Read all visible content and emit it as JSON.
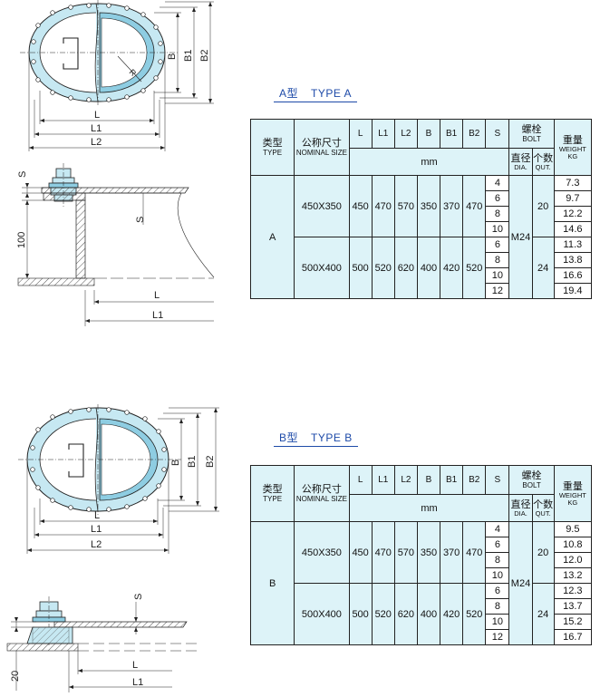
{
  "sections": [
    {
      "title_cn": "A型",
      "title_en": "TYPE A",
      "type": "A",
      "drawing": {
        "plan_labels": {
          "L": "L",
          "L1": "L1",
          "L2": "L2",
          "B": "B",
          "B1": "B1",
          "B2": "B2",
          "R": "R"
        },
        "section_labels": {
          "S1": "S",
          "S2": "S",
          "H": "100",
          "L": "L",
          "L1": "L1"
        }
      },
      "groups": [
        {
          "nominal": "450X350",
          "L": "450",
          "L1": "470",
          "L2": "570",
          "B": "350",
          "B1": "370",
          "B2": "470",
          "qty": "20",
          "rows": [
            {
              "s": "4",
              "w": "7.3"
            },
            {
              "s": "6",
              "w": "9.7"
            },
            {
              "s": "8",
              "w": "12.2"
            },
            {
              "s": "10",
              "w": "14.6"
            }
          ]
        },
        {
          "nominal": "500X400",
          "L": "500",
          "L1": "520",
          "L2": "620",
          "B": "400",
          "B1": "420",
          "B2": "520",
          "qty": "24",
          "rows": [
            {
              "s": "6",
              "w": "11.3"
            },
            {
              "s": "8",
              "w": "13.8"
            },
            {
              "s": "10",
              "w": "16.6"
            },
            {
              "s": "12",
              "w": "19.4"
            }
          ]
        }
      ],
      "dia": "M24"
    },
    {
      "title_cn": "B型",
      "title_en": "TYPE B",
      "type": "B",
      "drawing": {
        "plan_labels": {
          "L": "L",
          "L1": "L1",
          "L2": "L2",
          "B": "B",
          "B1": "B1",
          "B2": "B2"
        },
        "section_labels": {
          "S": "S",
          "H": "20",
          "L": "L",
          "L1": "L1"
        }
      },
      "groups": [
        {
          "nominal": "450X350",
          "L": "450",
          "L1": "470",
          "L2": "570",
          "B": "350",
          "B1": "370",
          "B2": "470",
          "qty": "20",
          "rows": [
            {
              "s": "4",
              "w": "9.5"
            },
            {
              "s": "6",
              "w": "10.8"
            },
            {
              "s": "8",
              "w": "12.0"
            },
            {
              "s": "10",
              "w": "13.2"
            }
          ]
        },
        {
          "nominal": "500X400",
          "L": "500",
          "L1": "520",
          "L2": "620",
          "B": "400",
          "B1": "420",
          "B2": "520",
          "qty": "24",
          "rows": [
            {
              "s": "6",
              "w": "12.3"
            },
            {
              "s": "8",
              "w": "13.7"
            },
            {
              "s": "10",
              "w": "15.2"
            },
            {
              "s": "12",
              "w": "16.7"
            }
          ]
        }
      ],
      "dia": "M24"
    }
  ],
  "table_headers": {
    "type_cn": "类型",
    "type_en": "TYPE",
    "nominal_cn": "公称尺寸",
    "nominal_en": "NOMINAL SIZE",
    "L": "L",
    "L1": "L1",
    "L2": "L2",
    "B": "B",
    "B1": "B1",
    "B2": "B2",
    "S": "S",
    "bolt_cn": "螺栓",
    "bolt_en": "BOLT",
    "weight_cn": "重量",
    "weight_en": "WEIGHT",
    "weight_unit": "KG",
    "mm": "mm",
    "dia_cn": "直径",
    "dia_en": "DIA.",
    "qty_cn": "个数",
    "qty_en": "QUT."
  },
  "colors": {
    "fill": "#c6e8f2",
    "fill_dark": "#8ecde2",
    "line": "#222222",
    "accent": "#1d4aa8",
    "hatch": "#555555"
  }
}
